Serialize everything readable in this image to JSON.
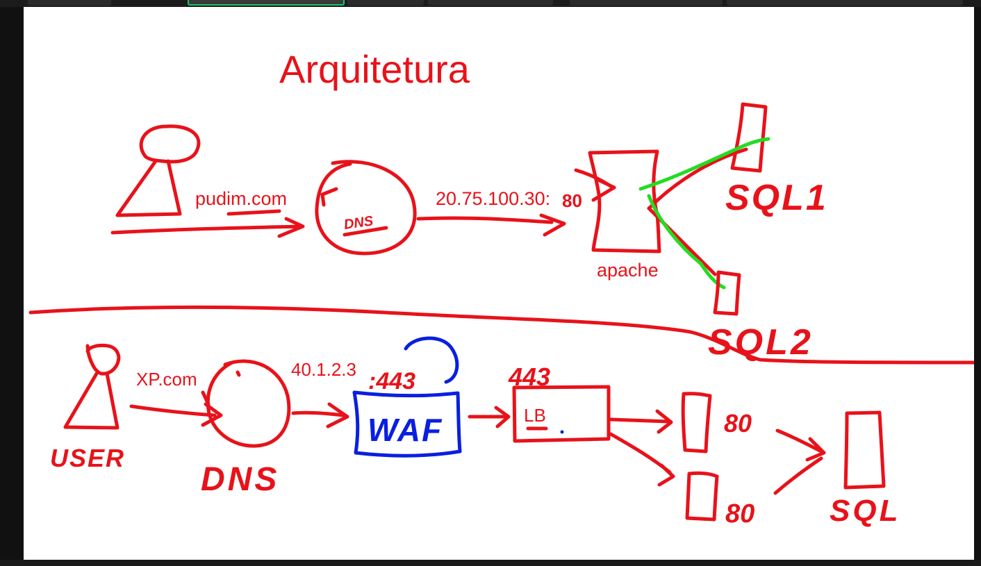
{
  "title": "Arquitetura",
  "top_diagram": {
    "user_request_label": "pudim.com",
    "dns_label": "DNS",
    "ip_label": "20.75.100.30:",
    "port_label": "80",
    "server_label": "apache",
    "db1_label": "SQL1",
    "db2_label": "SQL2"
  },
  "bottom_diagram": {
    "user_label": "USER",
    "request_label": "XP.com",
    "dns_label": "DNS",
    "ip_label": "40.1.2.3",
    "port_label": ":443",
    "waf_label": "WAF",
    "lb_port_label": "443",
    "lb_label": "LB",
    "server1_port_label": "80",
    "server2_port_label": "80",
    "db_label": "SQL"
  },
  "colors": {
    "ink_red": "#e8121a",
    "ink_green": "#22dd22",
    "ink_blue": "#0a1fe0",
    "board": "#ffffff"
  }
}
